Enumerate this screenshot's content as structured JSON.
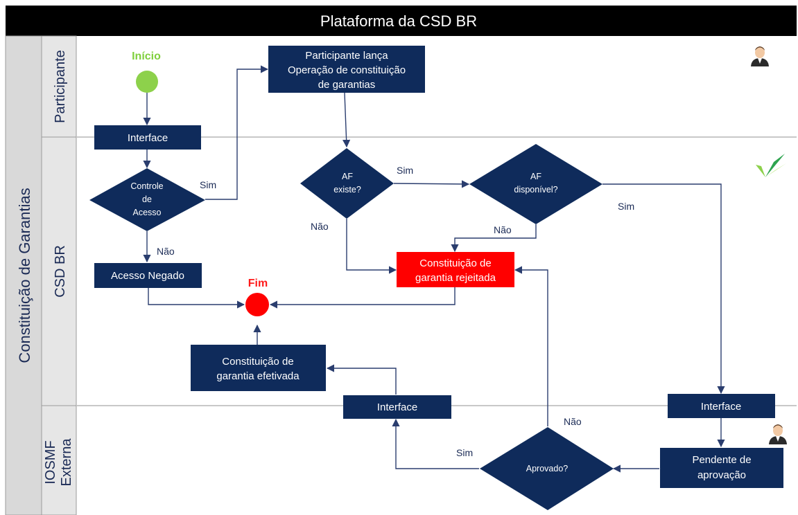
{
  "title": "Plataforma da CSD BR",
  "pool_label": "Constituição de Garantias",
  "lanes": {
    "participante": "Participante",
    "csd": "CSD BR",
    "iosmf": [
      "IOSMF",
      "Externa"
    ]
  },
  "start_label": "Início",
  "end_label": "Fim",
  "nodes": {
    "interface_participante": "Interface",
    "lanca_operacao": [
      "Participante lança",
      "Operação de constituição",
      "de garantias"
    ],
    "controle_acesso": [
      "Controle",
      "de",
      "Acesso"
    ],
    "acesso_negado": "Acesso Negado",
    "af_existe": [
      "AF",
      "existe?"
    ],
    "af_disponivel": [
      "AF",
      "disponível?"
    ],
    "garantia_rejeitada": [
      "Constituição de",
      "garantia rejeitada"
    ],
    "garantia_efetivada": [
      "Constituição de",
      "garantia efetivada"
    ],
    "interface_csd_left": "Interface",
    "interface_csd_right": "Interface",
    "pendente_aprovacao": [
      "Pendente de",
      "aprovação"
    ],
    "aprovado": "Aprovado?"
  },
  "edge_labels": {
    "controle_sim": "Sim",
    "controle_nao": "Não",
    "af_existe_sim": "Sim",
    "af_existe_nao": "Não",
    "af_disp_nao": "Não",
    "af_disp_sim": "Sim",
    "aprovado_sim": "Sim",
    "aprovado_nao": "Não"
  },
  "colors": {
    "navy": "#0f2b5b",
    "header": "#000000",
    "start": "#8dd14b",
    "end": "#ff0000",
    "rejected": "#ff0000",
    "pool_bg": "#d9d9d9",
    "lane_bg": "#e8e8e8",
    "grid": "#c8c8c8"
  },
  "icons": {
    "participant": "person-avatar-icon",
    "csd_logo": "csd-logo-icon",
    "iosmf_person": "person-avatar-icon"
  }
}
